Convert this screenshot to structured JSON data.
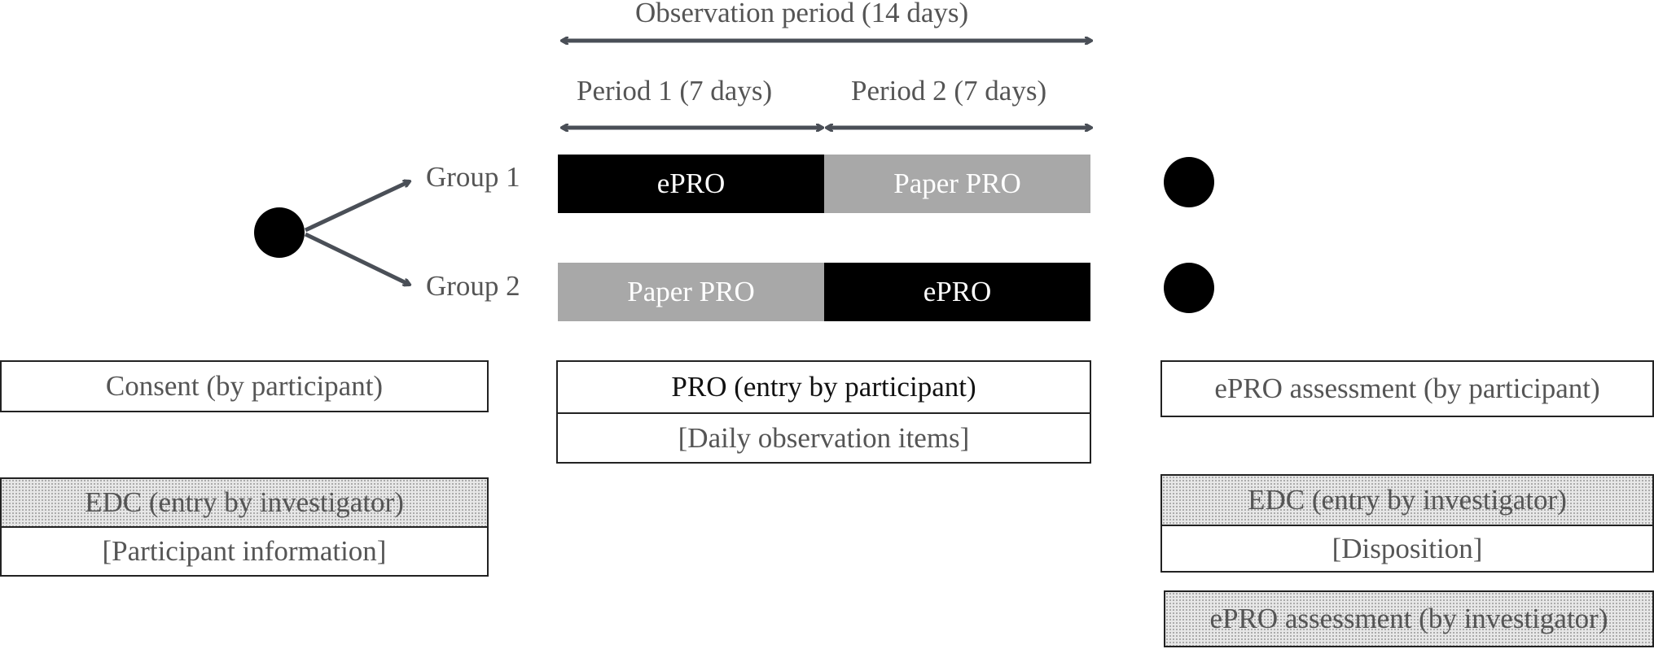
{
  "header": {
    "observation_label": "Observation period (14 days)",
    "period1_label": "Period 1 (7 days)",
    "period2_label": "Period 2 (7 days)"
  },
  "groups": {
    "group1_label": "Group 1",
    "group2_label": "Group 2"
  },
  "bars": {
    "group1_period1": "ePRO",
    "group1_period2": "Paper PRO",
    "group2_period1": "Paper PRO",
    "group2_period2": "ePRO"
  },
  "left_boxes": {
    "consent": "Consent (by participant)",
    "edc_title": "EDC (entry by investigator)",
    "edc_detail": "[Participant information]"
  },
  "center_boxes": {
    "pro_title": "PRO (entry by participant)",
    "pro_detail": "[Daily observation items]"
  },
  "right_boxes": {
    "epro_participant": "ePRO assessment (by participant)",
    "edc_title": "EDC (entry by investigator)",
    "edc_detail": "[Disposition]",
    "epro_investigator": "ePRO assessment (by investigator)"
  },
  "colors": {
    "arrow": "#4a4f57",
    "epro_bar": "#000000",
    "paper_bar": "#a8a8a8",
    "text": "#555555"
  }
}
